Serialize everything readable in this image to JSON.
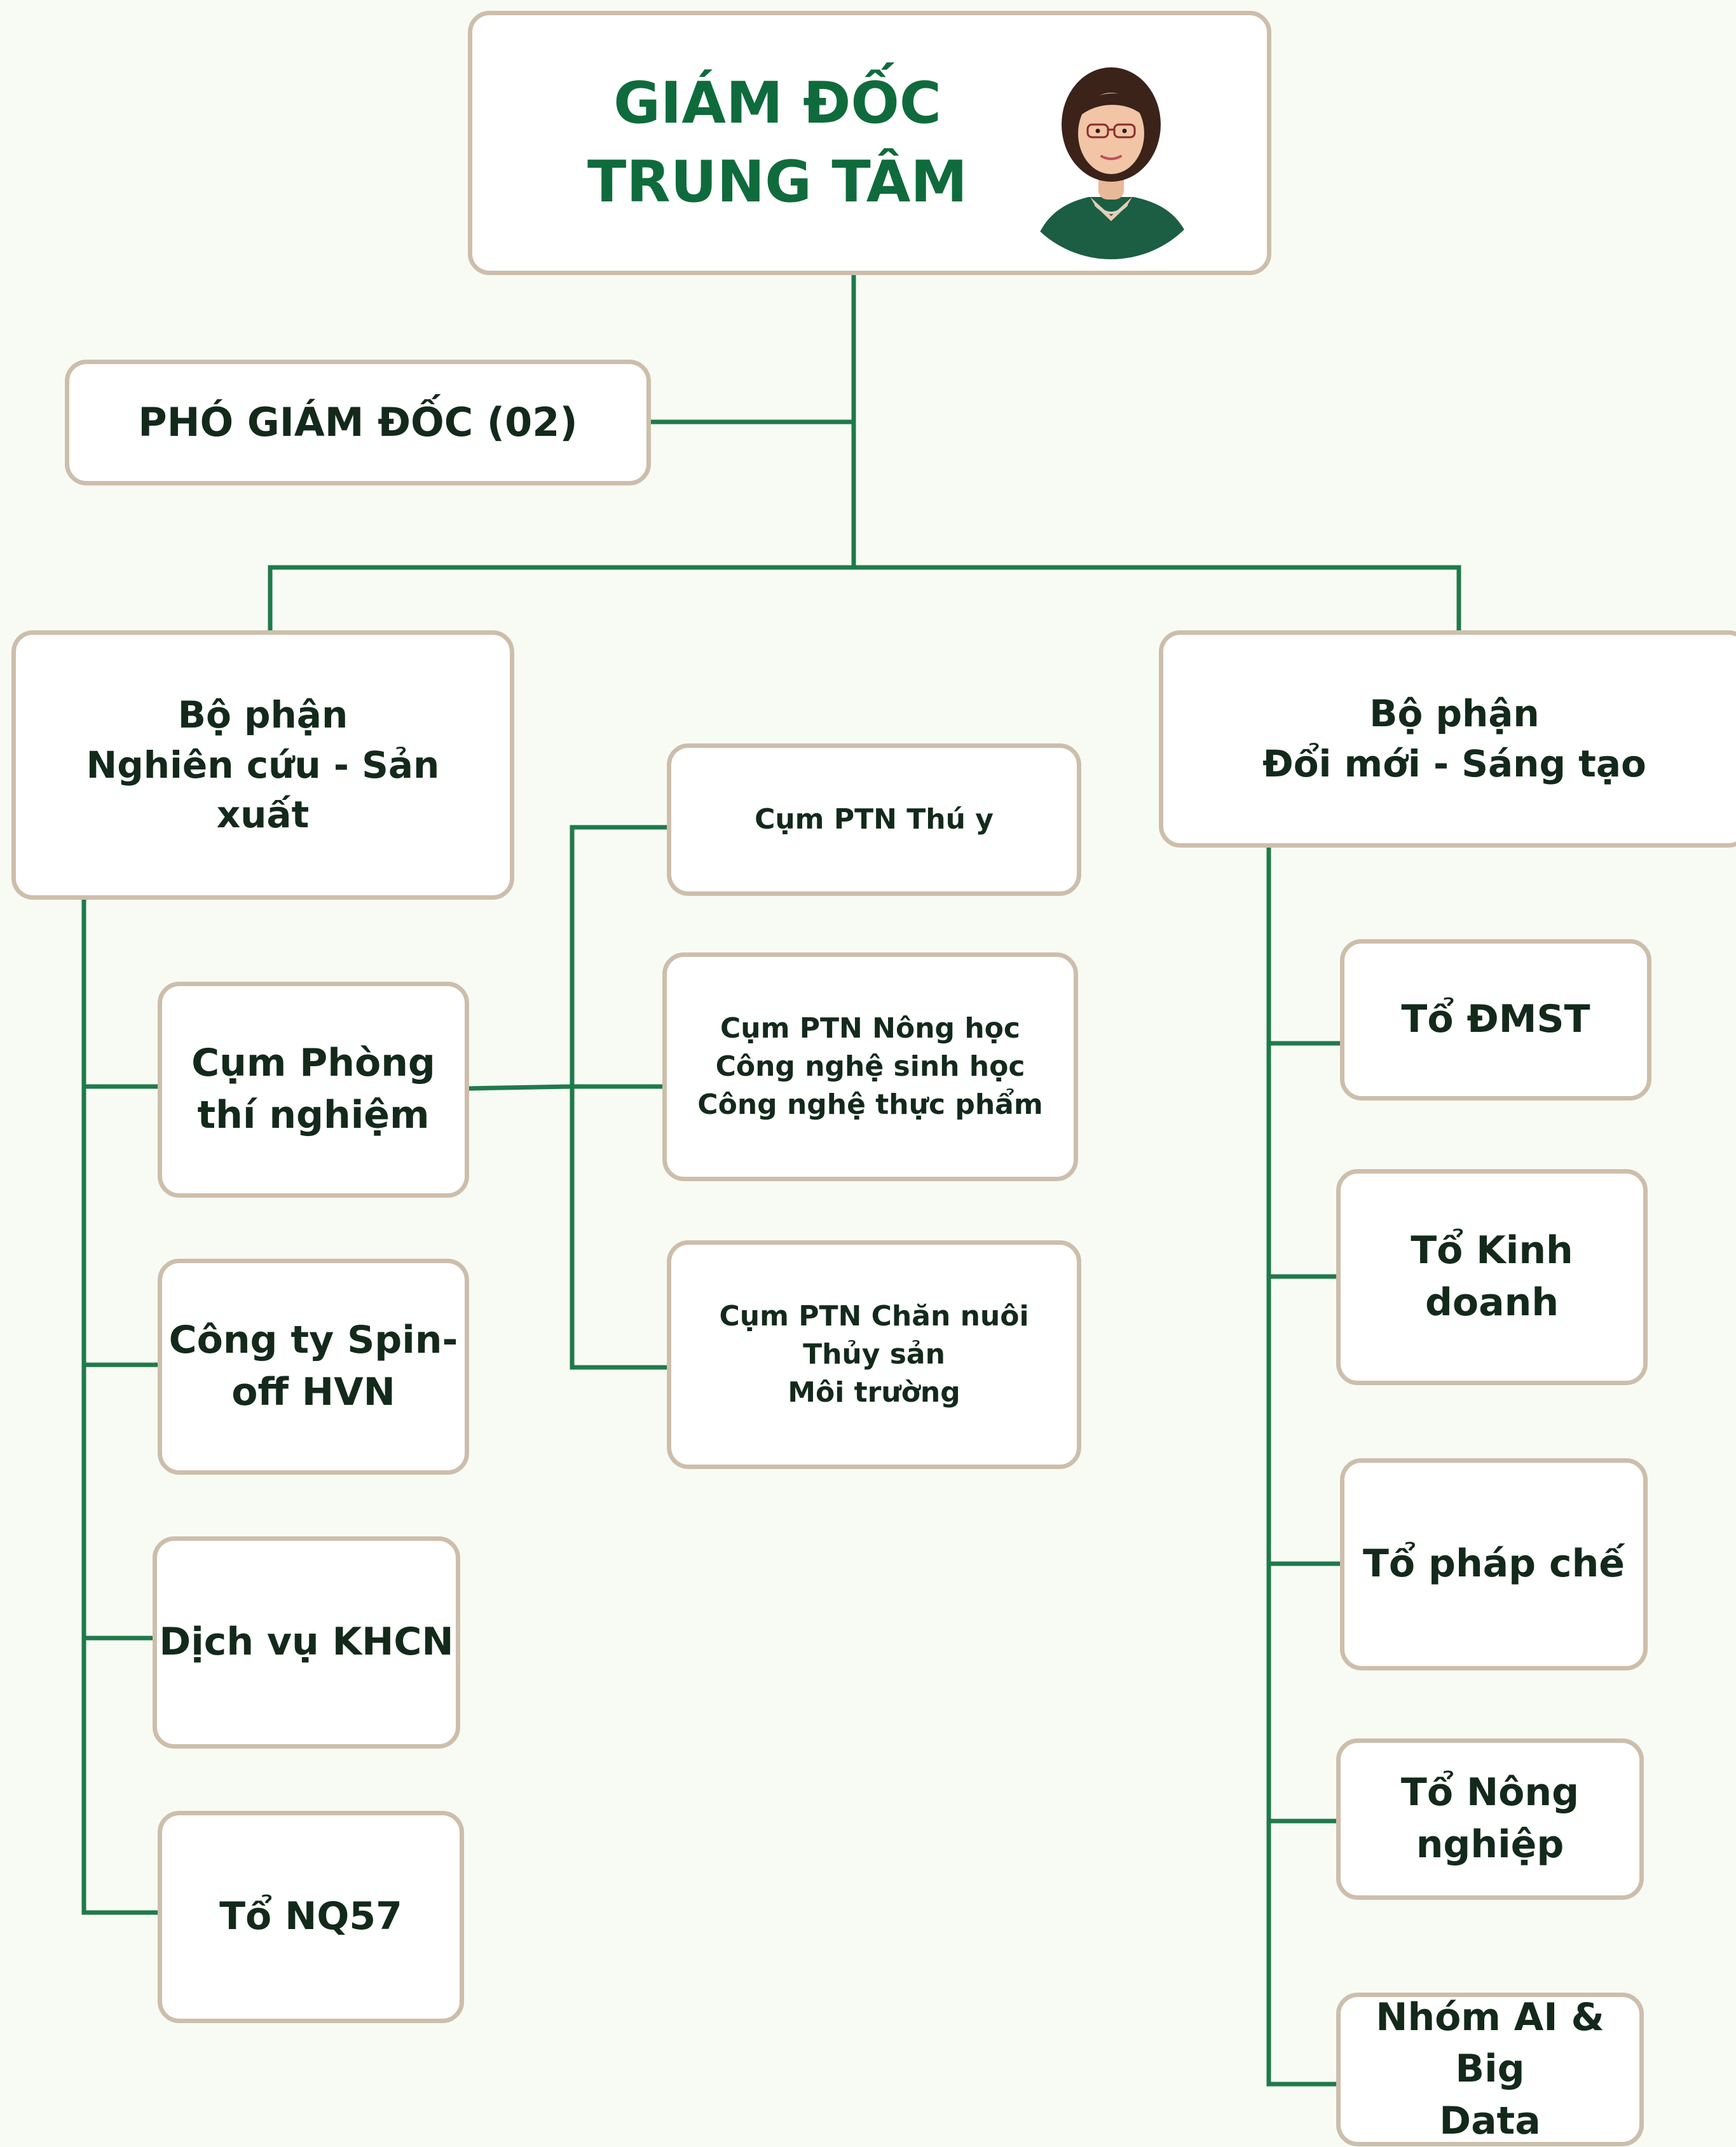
{
  "director": {
    "title": "GIÁM ĐỐC\nTRUNG TÂM"
  },
  "deputy": {
    "label": "PHÓ GIÁM ĐỐC (02)"
  },
  "departments": {
    "left": {
      "label": "Bộ phận\nNghiên cứu - Sản\nxuất"
    },
    "right": {
      "label": "Bộ phận\nĐổi mới - Sáng tạo"
    }
  },
  "left_units": [
    {
      "label": "Cụm Phòng\nthí nghiệm"
    },
    {
      "label": "Công ty Spin-\noff HVN"
    },
    {
      "label": "Dịch vụ KHCN"
    },
    {
      "label": "Tổ NQ57"
    }
  ],
  "labs": [
    {
      "label": "Cụm PTN Thú y"
    },
    {
      "label": "Cụm PTN Nông học\nCông nghệ sinh học\nCông nghệ thực phẩm"
    },
    {
      "label": "Cụm PTN Chăn nuôi\nThủy sản\nMôi trường"
    }
  ],
  "right_units": [
    {
      "label": "Tổ ĐMST"
    },
    {
      "label": "Tổ Kinh\ndoanh"
    },
    {
      "label": "Tổ pháp chế"
    },
    {
      "label": "Tổ Nông\nnghiệp"
    },
    {
      "label": "Nhóm AI & Big\nData"
    }
  ],
  "colors": {
    "connector": "#1f7a4a",
    "box_border": "#cdbeab",
    "title_green": "#0f6b3c",
    "text": "#132a1b",
    "background": "#f7fbf4"
  }
}
